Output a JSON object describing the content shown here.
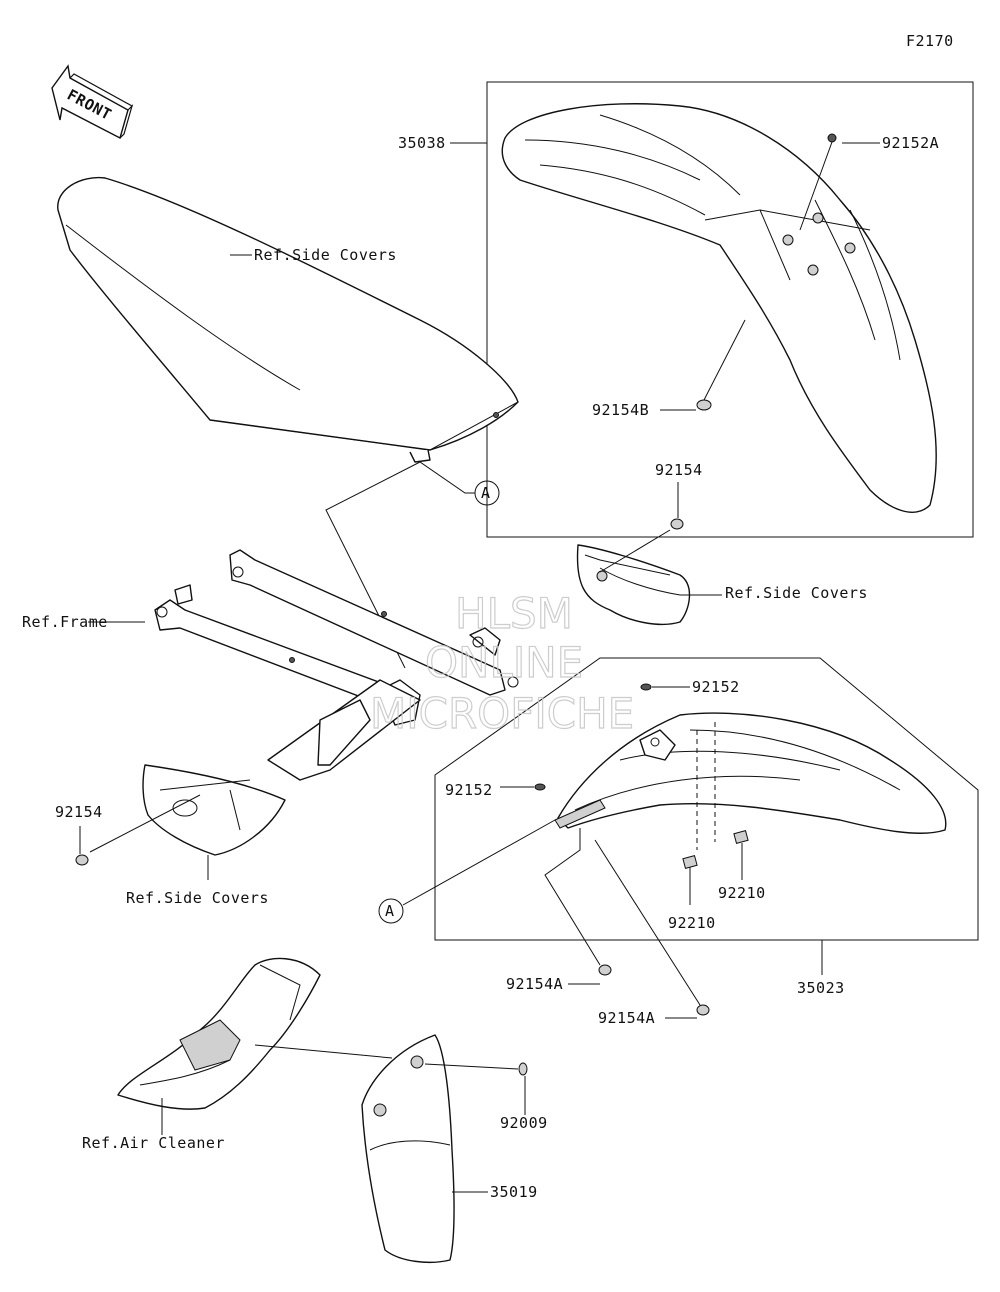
{
  "diagram_code": "F2170",
  "front_arrow_text": "FRONT",
  "watermark": [
    "HLSM",
    "ONLINE",
    "MICROFICHE"
  ],
  "callout_letter": "A",
  "labels": {
    "front_fender_assy": "35038",
    "front_grommet": "92152A",
    "front_bolt": "92154B",
    "seat_ref": "Ref.Side Covers",
    "frame_ref": "Ref.Frame",
    "bolt_top": "92154",
    "side_cover_ref_right": "Ref.Side Covers",
    "rear_grommet_top": "92152",
    "rear_grommet_left": "92152",
    "bolt_left": "92154",
    "side_cover_ref_left": "Ref.Side Covers",
    "nut_right": "92210",
    "nut_left": "92210",
    "rear_fender_assy": "35023",
    "rear_bolt_left": "92154A",
    "rear_bolt_right": "92154A",
    "screw": "92009",
    "air_cleaner_ref": "Ref.Air Cleaner",
    "number_plate": "35019"
  }
}
